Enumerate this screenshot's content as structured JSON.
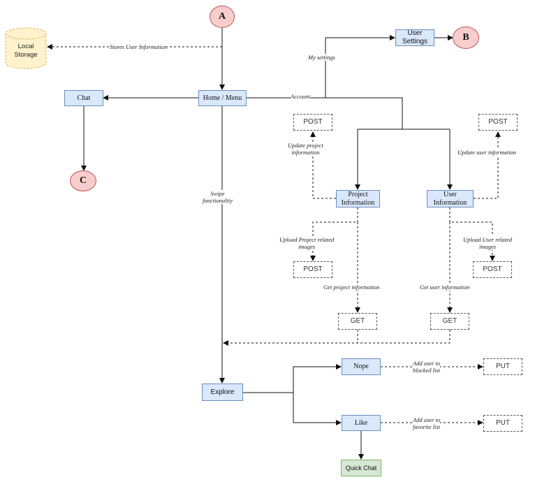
{
  "connectors": {
    "a": "A",
    "b": "B",
    "c": "C"
  },
  "storage": {
    "line1": "Local",
    "line2": "Storage"
  },
  "nodes": {
    "home_menu": "Home / Menu",
    "chat": "Chat",
    "user_settings_1": "User",
    "user_settings_2": "Settings",
    "project_info_1": "Project",
    "project_info_2": "Information",
    "user_info_1": "User",
    "user_info_2": "Information",
    "explore": "Explore",
    "nope": "Nope",
    "like": "Like",
    "quick_chat": "Quick Chat"
  },
  "requests": {
    "post_project": "POST",
    "post_user": "POST",
    "post_project_images": "POST",
    "post_user_images": "POST",
    "get_project": "GET",
    "get_user": "GET",
    "put_blocked": "PUT",
    "put_favorite": "PUT"
  },
  "labels": {
    "stores_user_information": "Stores User Information",
    "my_settings": "My settings",
    "account": "Account",
    "update_project_info_1": "Update project",
    "update_project_info_2": "information",
    "update_user_information": "Update user information",
    "swipe_1": "Swipe",
    "swipe_2": "functionality",
    "upload_project_images_1": "Upload Project related",
    "upload_project_images_2": "images",
    "upload_user_images_1": "Upload User related",
    "upload_user_images_2": "images",
    "get_project_information": "Get project information",
    "get_user_information": "Get user information",
    "add_blocked_1": "Add user to",
    "add_blocked_2": "blocked list",
    "add_favorite_1": "Add user to",
    "add_favorite_2": "favorite list"
  },
  "colors": {
    "process_fill": "#dae8fc",
    "process_stroke": "#6c8ebf",
    "connector_fill": "#f8cecc",
    "connector_stroke": "#b85450",
    "storage_fill": "#fff2cc",
    "storage_stroke": "#d6b656",
    "end_fill": "#d5e8d4",
    "end_stroke": "#82b366"
  }
}
